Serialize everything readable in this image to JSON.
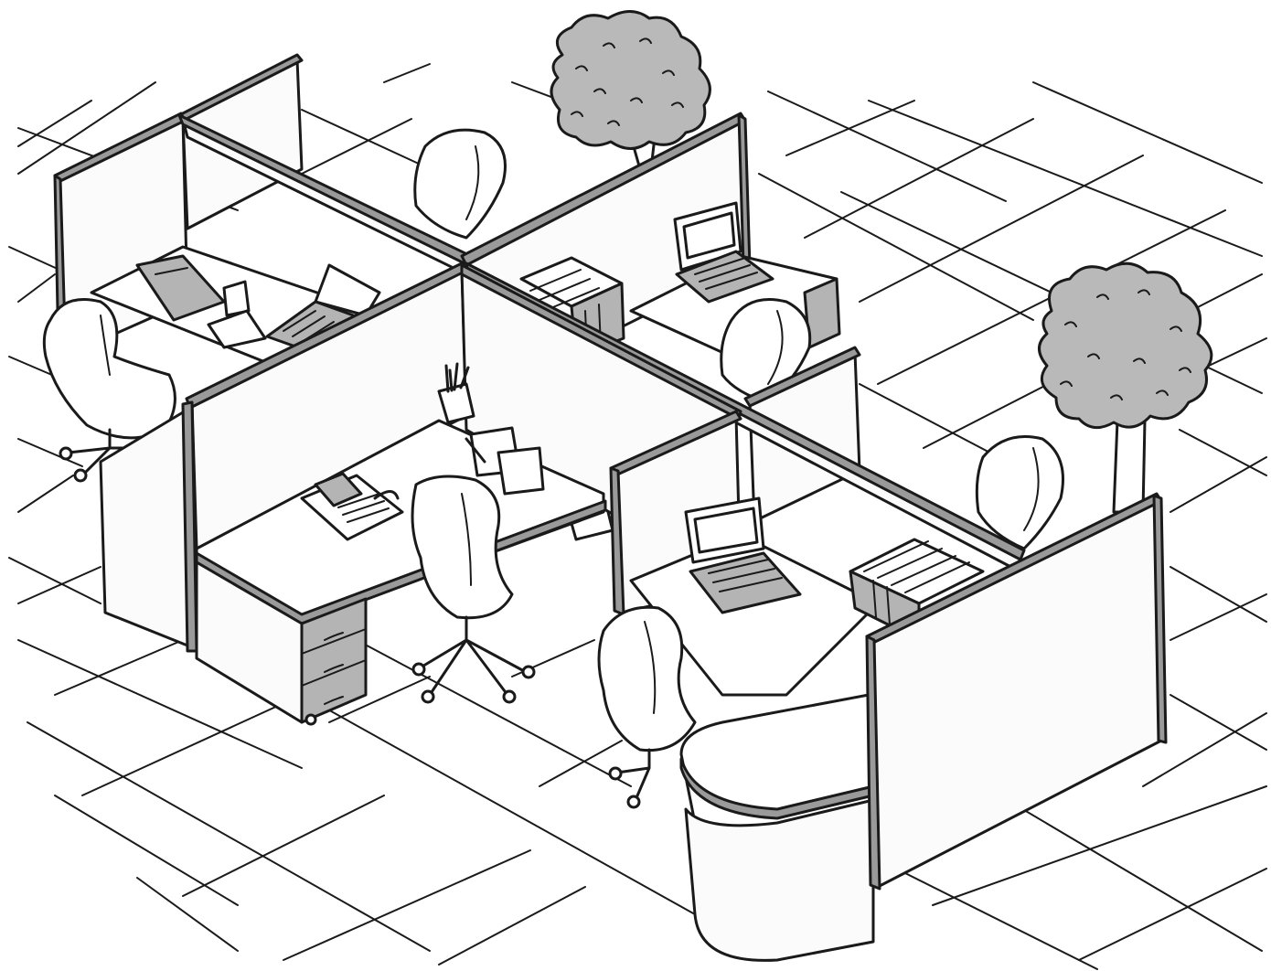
{
  "scene": {
    "kind": "line-drawing",
    "palette": {
      "ink": "#1a1a1a",
      "paper": "#ffffff",
      "panel_edge": "#9a9a9a",
      "foliage": "#b9b9b9",
      "drawer": "#b4b4b4"
    },
    "objects": [
      "floor-tile-grid",
      "cubicle-partition",
      "desk",
      "office-chair",
      "laptop",
      "desk-phone",
      "pen-holder",
      "book-binders",
      "printer",
      "drawer-cabinet",
      "potted-tree",
      "notebook",
      "paper-sheets"
    ]
  }
}
